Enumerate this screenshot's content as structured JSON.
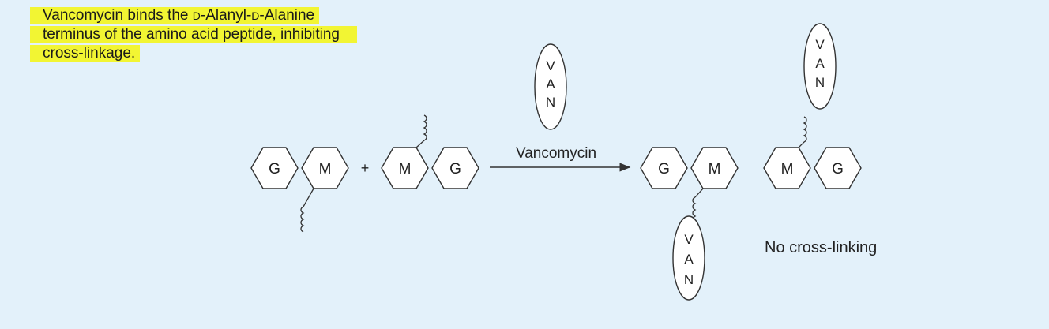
{
  "caption": {
    "line1_a": "Vancomycin binds the ",
    "line1_sc1": "D",
    "line1_b": "-Alanyl-",
    "line1_sc2": "D",
    "line1_c": "-Alanine",
    "line2": "terminus of the amino acid peptide, inhibiting",
    "line3": "cross-linkage."
  },
  "labels": {
    "g": "G",
    "m": "M",
    "plus": "+",
    "arrow": "Vancomycin",
    "van_v": "V",
    "van_a": "A",
    "van_n": "N",
    "result": "No cross-linking"
  },
  "colors": {
    "highlight": "#f2f533",
    "background": "#e3f1fa"
  }
}
